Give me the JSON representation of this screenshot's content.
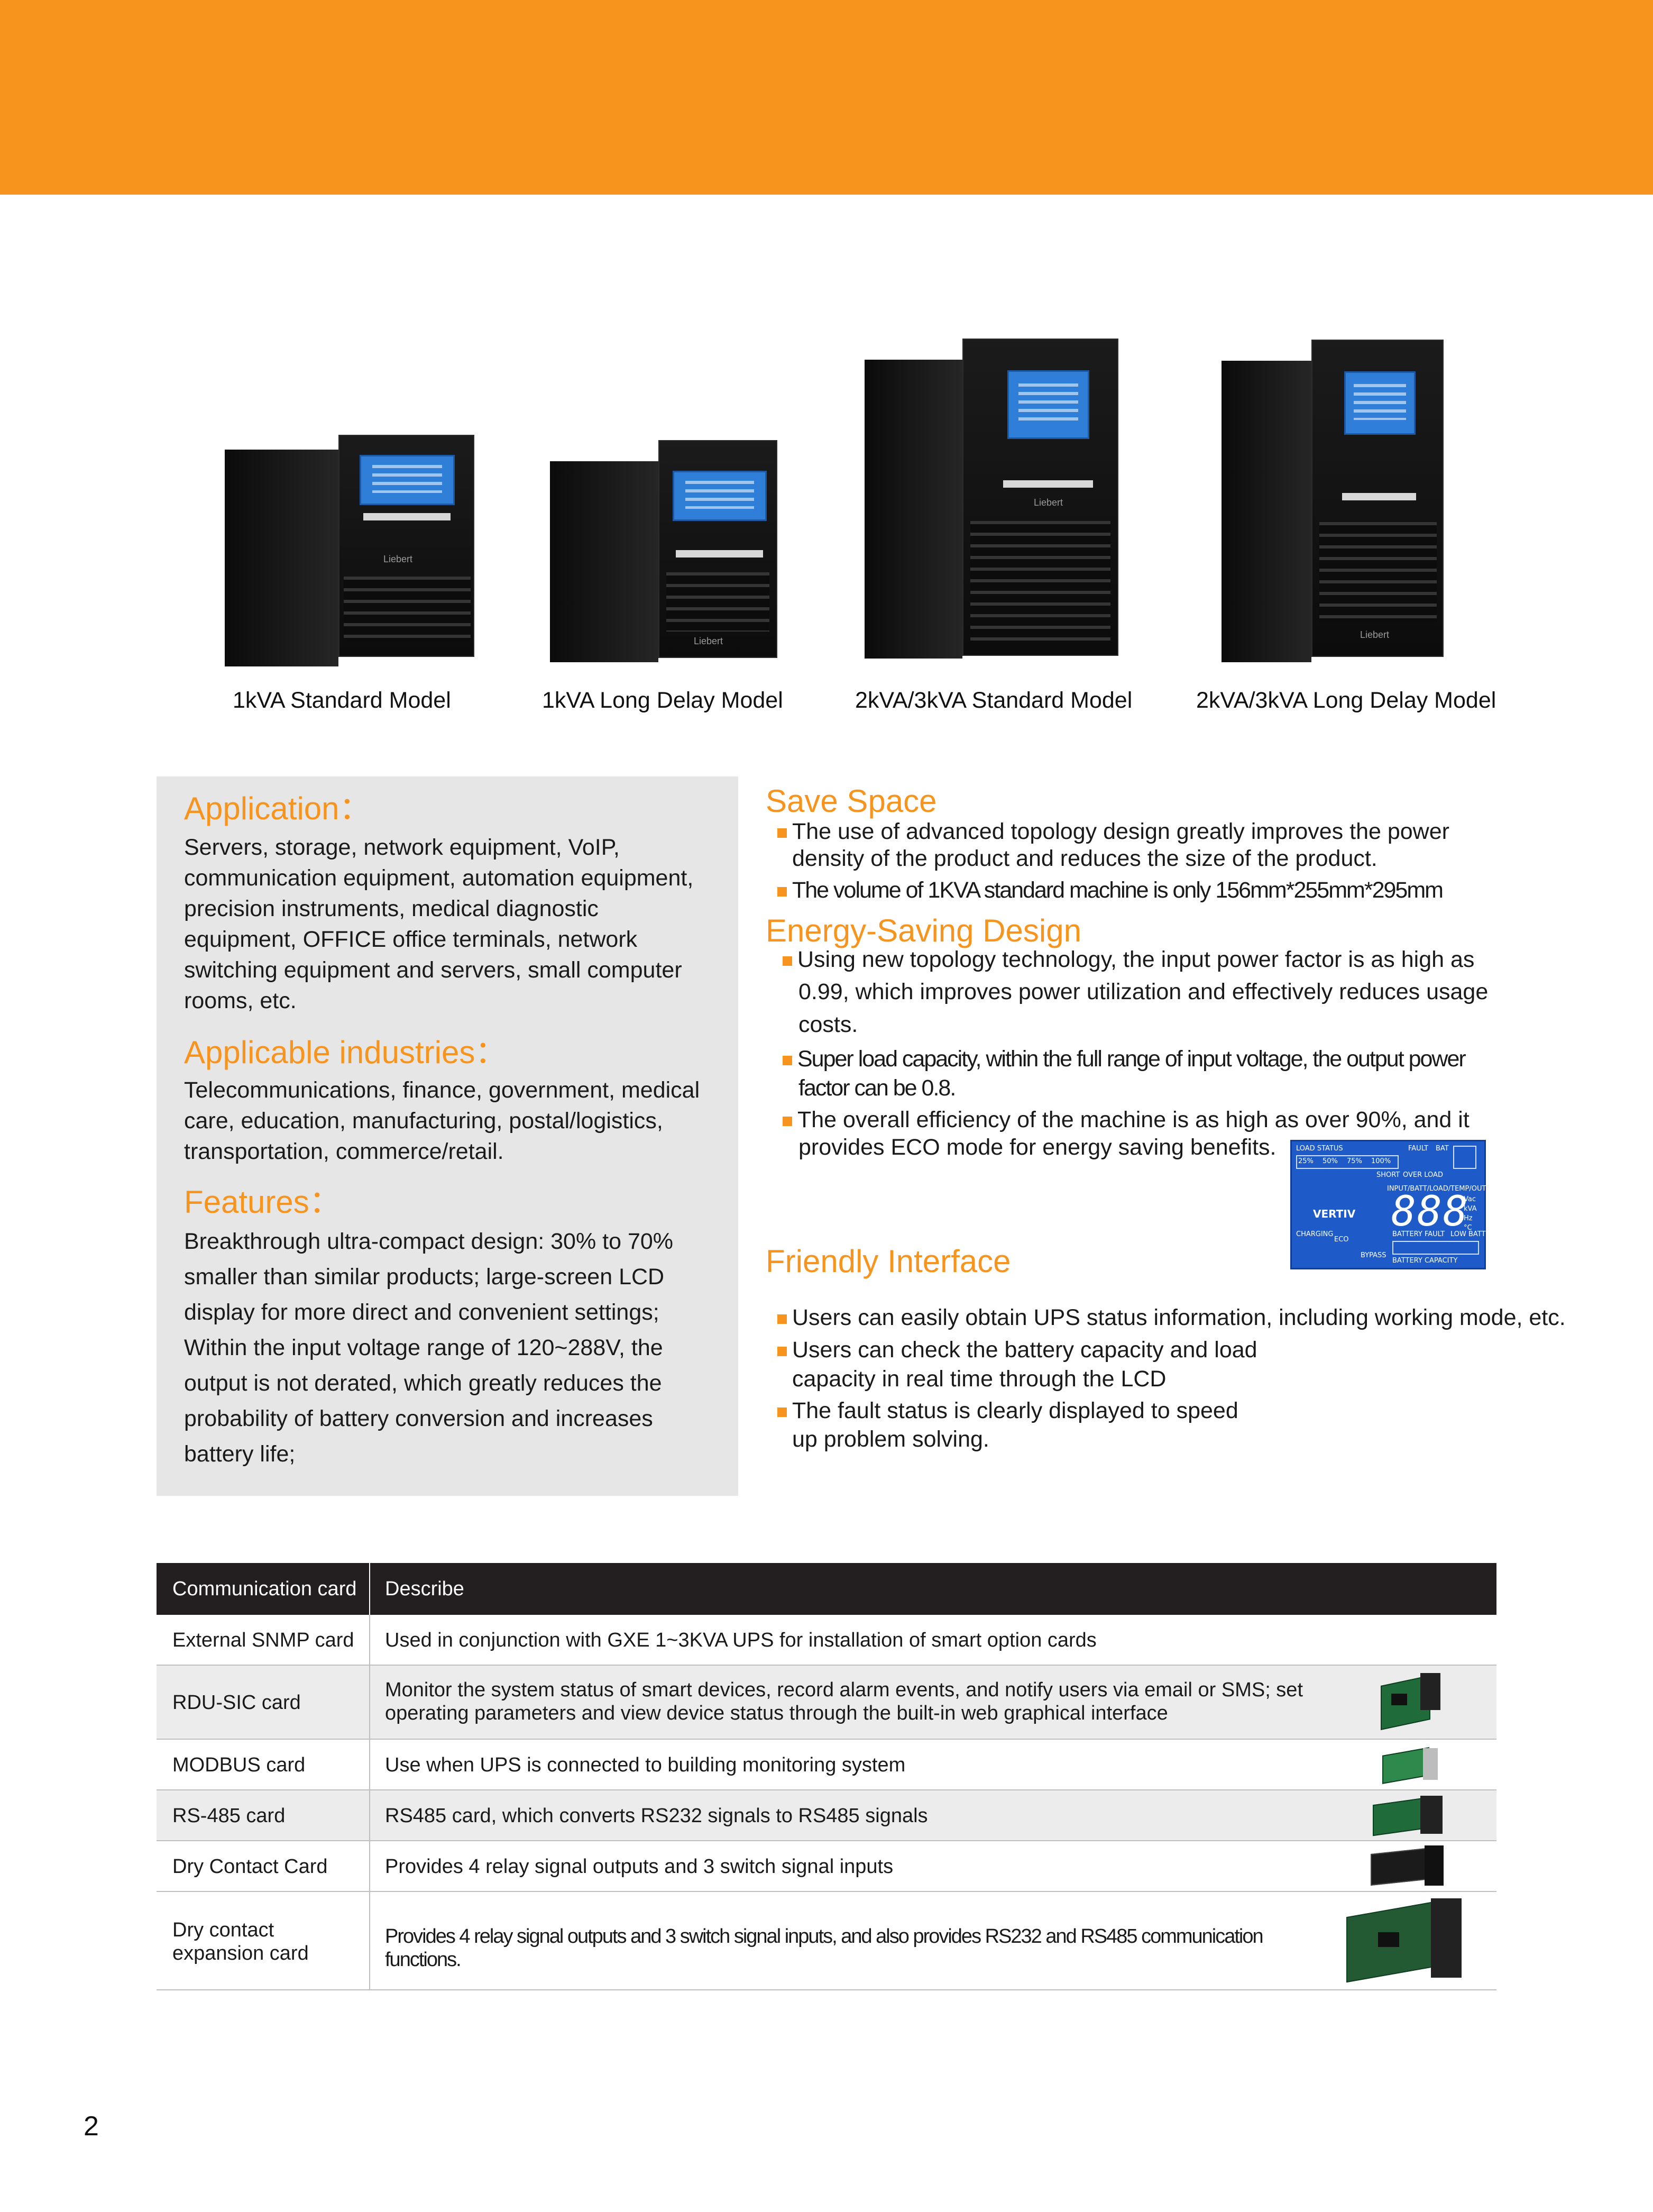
{
  "products": {
    "captions": [
      "1kVA Standard Model",
      "1kVA Long Delay Model",
      "2kVA/3kVA Standard Model",
      "2kVA/3kVA Long Delay Model"
    ],
    "brand": "Liebert"
  },
  "application": {
    "heading": "Application：",
    "lines": [
      "Servers, storage, network equipment, VoIP,",
      "communication equipment, automation equipment,",
      "precision instruments, medical diagnostic",
      "equipment, OFFICE office terminals, network",
      "switching equipment and servers, small computer",
      "rooms, etc."
    ]
  },
  "industries": {
    "heading": "Applicable industries：",
    "lines": [
      "Telecommunications, finance, government, medical",
      "care, education, manufacturing, postal/logistics,",
      "transportation, commerce/retail."
    ]
  },
  "features": {
    "heading": "Features：",
    "lines": [
      "Breakthrough ultra-compact design: 30% to 70%",
      "smaller than similar products; large-screen LCD",
      "display for more direct and convenient settings;",
      "Within the input voltage range of 120~288V, the",
      "output is not derated, which greatly reduces the",
      "probability of battery conversion and increases",
      "battery life;"
    ]
  },
  "save_space": {
    "heading": "Save Space",
    "b1_l1": "The use of advanced topology design greatly improves the power",
    "b1_l2": "density of the product and reduces the size of the product.",
    "b2": "The volume of 1KVA standard machine is only 156mm*255mm*295mm"
  },
  "energy": {
    "heading": "Energy-Saving Design",
    "b1_l1": "Using new topology technology, the input power factor is as high as",
    "b1_l2": "0.99, which improves power utilization and effectively reduces usage",
    "b1_l3": "costs.",
    "b2_l1": "Super load capacity, within the full range of input voltage, the output power",
    "b2_l2": "factor can be 0.8.",
    "b3_l1": "The overall efficiency of the machine is as high as over 90%, and it",
    "b3_l2": "provides ECO mode for energy saving benefits."
  },
  "lcd_panel": {
    "load_status": "LOAD STATUS",
    "fault": "FAULT",
    "bat": "BAT",
    "short": "SHORT",
    "over_load": "OVER LOAD",
    "pct": [
      "25%",
      "50%",
      "75%",
      "100%"
    ],
    "io_label": "INPUT/BATT/LOAD/TEMP/OUTPUT",
    "brand": "VERTIV",
    "digits": "888",
    "units": [
      "Vac",
      "kVA",
      "Hz",
      "°C"
    ],
    "charging": "CHARGING",
    "eco": "ECO",
    "bypass": "BYPASS",
    "batt_fault": "BATTERY FAULT",
    "low_batt": "LOW BATT",
    "batt_cap": "BATTERY CAPACITY"
  },
  "friendly": {
    "heading": "Friendly Interface",
    "b1": "Users can easily obtain UPS status information, including working mode, etc.",
    "b2_l1": "Users can check the battery capacity and load",
    "b2_l2": "capacity in real time through the LCD",
    "b3_l1": "The fault status is clearly displayed to speed",
    "b3_l2": "up problem solving."
  },
  "table": {
    "headers": [
      "Communication card",
      "Describe"
    ],
    "rows": [
      {
        "name": "External SNMP card",
        "desc": "Used in conjunction with GXE 1~3KVA UPS for installation of smart option cards"
      },
      {
        "name": "RDU-SIC card",
        "desc_l1": "Monitor the system status of smart devices, record alarm events, and notify users via email or SMS; set",
        "desc_l2": "operating parameters and view device status through the built-in web graphical interface"
      },
      {
        "name": "MODBUS card",
        "desc": "Use when UPS is connected to building monitoring system"
      },
      {
        "name": "RS-485 card",
        "desc": "RS485 card, which converts RS232 signals to RS485 signals"
      },
      {
        "name": "Dry Contact Card",
        "desc": "Provides 4 relay signal outputs and 3 switch signal inputs"
      },
      {
        "name_l1": "Dry contact",
        "name_l2": "expansion card",
        "desc_l1": "Provides 4 relay signal outputs and 3 switch signal inputs, and also provides RS232 and RS485 communication",
        "desc_l2": "functions."
      }
    ]
  },
  "page_number": "2"
}
